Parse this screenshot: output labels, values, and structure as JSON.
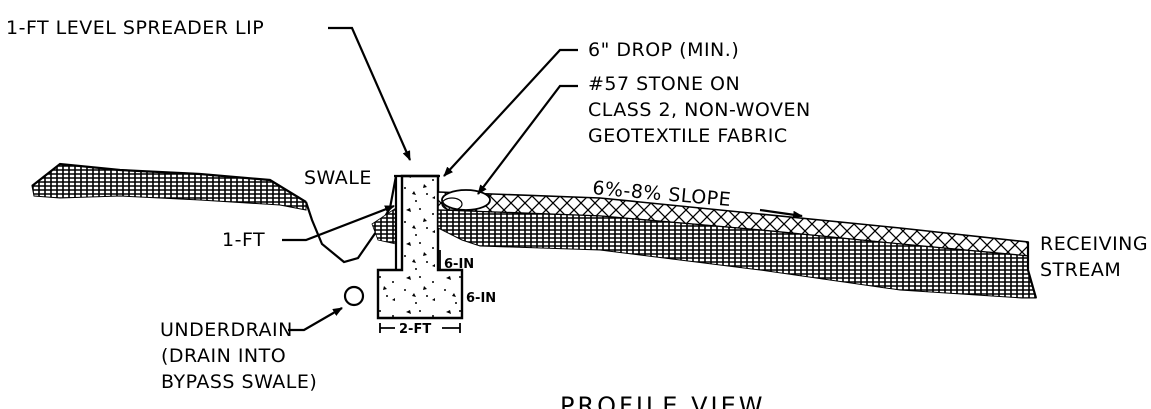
{
  "labels": {
    "spreader_lip": "1-FT LEVEL SPREADER LIP",
    "drop": "6\" DROP (MIN.)",
    "stone_line1": "#57 STONE ON",
    "stone_line2": "CLASS 2, NON-WOVEN",
    "stone_line3": "GEOTEXTILE FABRIC",
    "swale": "SWALE",
    "one_ft": "1-FT",
    "slope": "6%-8% SLOPE",
    "receiving_line1": "RECEIVING",
    "receiving_line2": "STREAM",
    "six_in_top": "6-IN",
    "six_in_side": "6-IN",
    "two_ft": "2-FT",
    "underdrain_line1": "UNDERDRAIN",
    "underdrain_line2": "(DRAIN INTO",
    "underdrain_line3": "BYPASS SWALE)",
    "view_title": "PROFILE VIEW"
  }
}
